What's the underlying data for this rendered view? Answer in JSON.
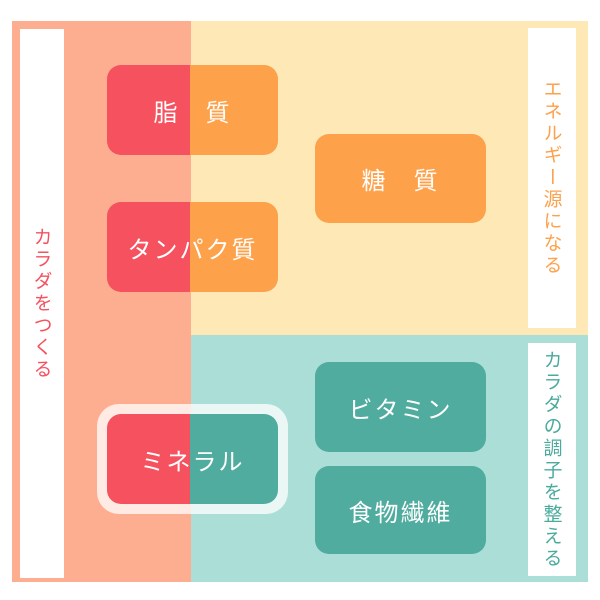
{
  "labels": {
    "body_building": "カラダをつくる",
    "energy_source": "エネルギー源になる",
    "body_regulation": "カラダの調子を整える"
  },
  "nutrients": {
    "fat": "脂　質",
    "protein": "タンパク質",
    "carbohydrate": "糖　質",
    "vitamin": "ビタミン",
    "fiber": "食物繊維",
    "mineral": "ミネラル"
  },
  "colors": {
    "body_building": "#f5515f",
    "energy_source": "#fda14b",
    "body_regulation": "#4fac9f"
  }
}
